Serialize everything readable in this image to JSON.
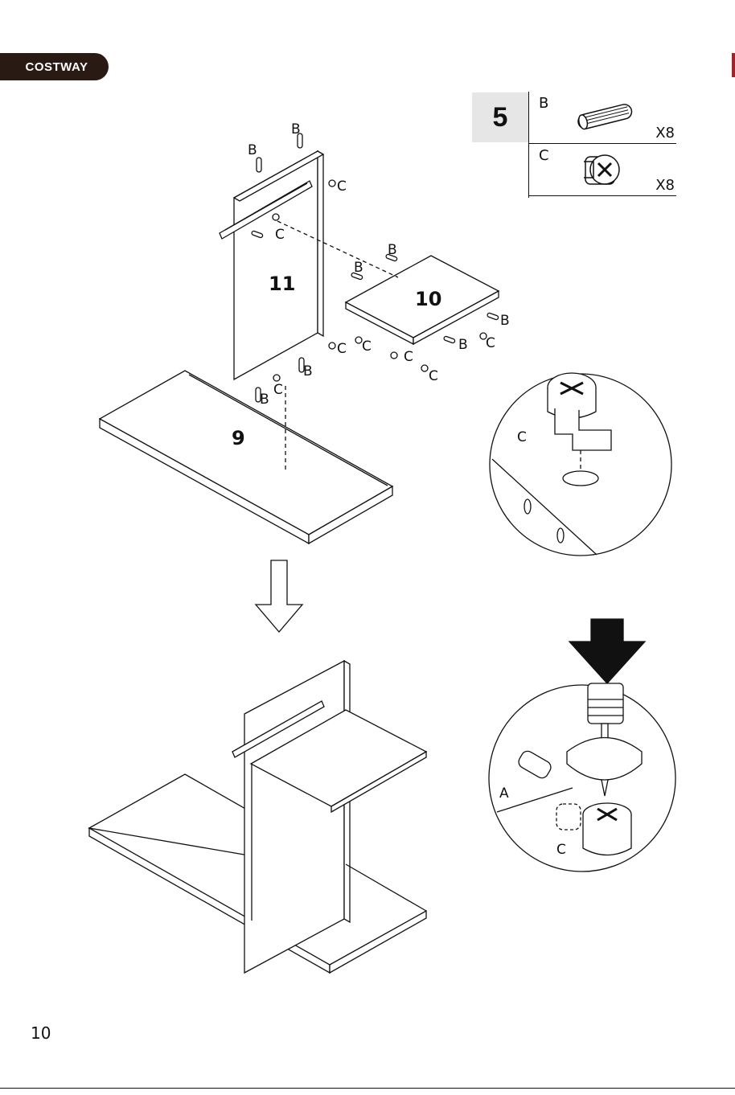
{
  "header": {
    "brand": "COSTWAY"
  },
  "step": {
    "number": "5"
  },
  "parts": [
    {
      "letter": "B",
      "icon": "dowel-icon",
      "quantity": "X8"
    },
    {
      "letter": "C",
      "icon": "cam-lock-icon",
      "quantity": "X8"
    }
  ],
  "panels": {
    "top_board": "9",
    "side_panel": "11",
    "shelf": "10"
  },
  "labels": {
    "dowel": "B",
    "cam": "C",
    "screw": "A"
  },
  "footer": {
    "page_number": "10"
  }
}
